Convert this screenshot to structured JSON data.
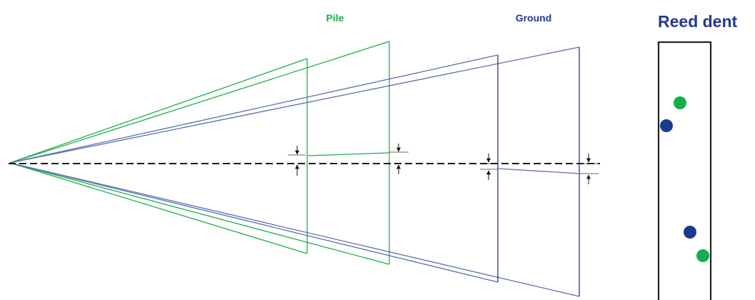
{
  "labels": {
    "pile": "Pile",
    "ground": "Ground",
    "reed_dent": "Reed dent"
  },
  "colors": {
    "pile": "#1fae4a",
    "ground": "#233a8f",
    "ground_line": "#5b6fb0",
    "axis": "#1a1a1a",
    "frame": "#222222",
    "green_dot": "#12b04a",
    "blue_dot": "#1b3a8f"
  }
}
